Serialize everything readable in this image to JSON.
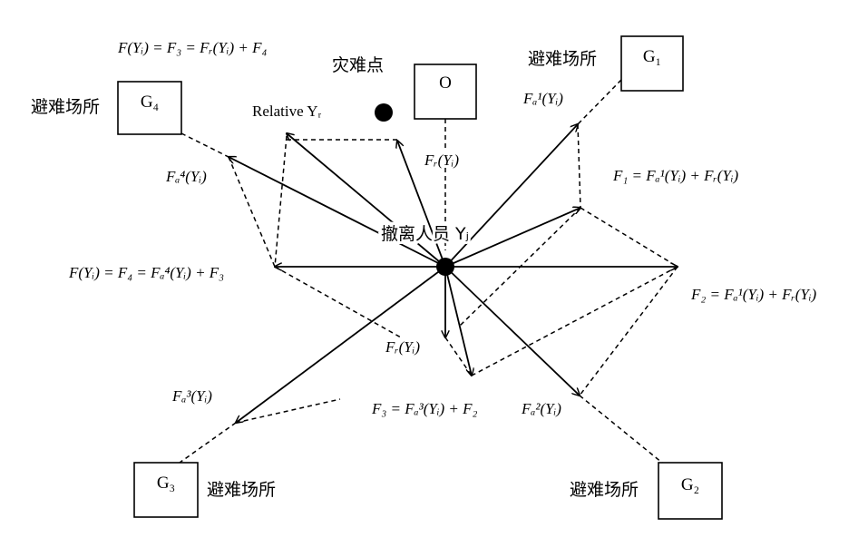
{
  "boxes": {
    "origin": "O",
    "g1": "G₁",
    "g2": "G₂",
    "g3": "G₃",
    "g4": "G₄"
  },
  "labels": {
    "disaster_point": "灾难点",
    "shelter_g1": "避难场所",
    "shelter_g2": "避难场所",
    "shelter_g3": "避难场所",
    "shelter_g4": "避难场所",
    "evacuee": "撤离人员 Yⱼ",
    "relative": "Relative Yᵣ"
  },
  "formulas": {
    "f_top_left": "F(Yᵢ) = F₃ = Fᵣ(Yᵢ) + F₄",
    "fa1": "Fₐ¹(Yᵢ)",
    "fr_top": "Fᵣ(Yᵢ)",
    "f1": "F₁ = Fₐ¹(Yᵢ) + Fᵣ(Yᵢ)",
    "fa4": "Fₐ⁴(Yᵢ)",
    "f4": "F(Yᵢ) = F₄ = Fₐ⁴(Yᵢ) + F₃",
    "f2": "F₂ = Fₐ¹(Yᵢ) + Fᵣ(Yᵢ)",
    "fr_mid": "Fᵣ(Yᵢ)",
    "fa3": "Fₐ³(Yᵢ)",
    "f3": "F₃ = Fₐ³(Yᵢ) + F₂",
    "fa2": "Fₐ²(Yᵢ)"
  }
}
